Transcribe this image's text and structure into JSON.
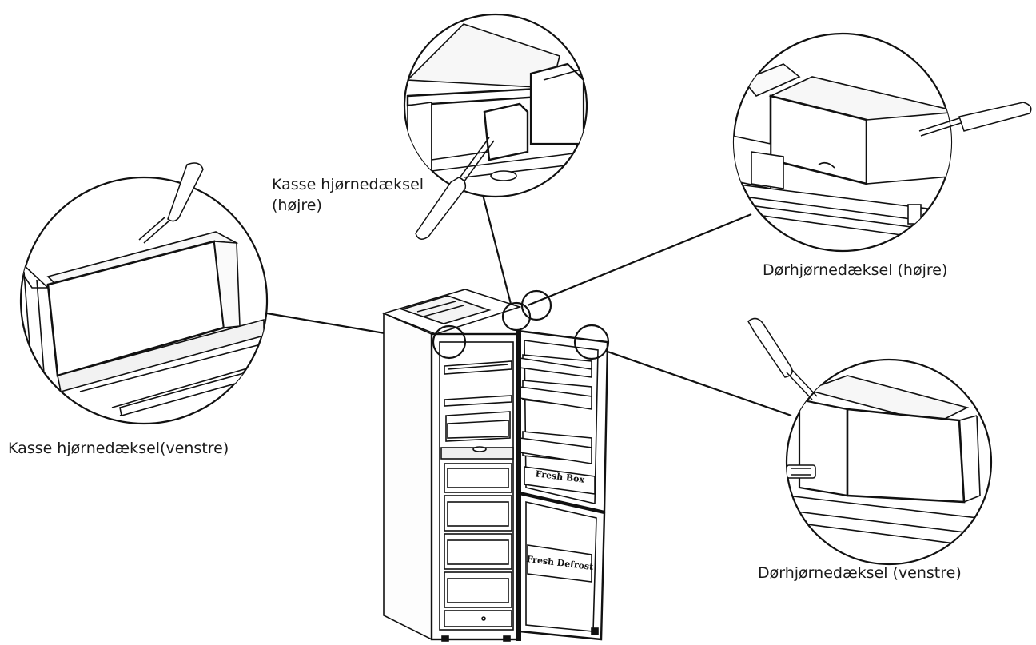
{
  "labels": {
    "kasse_hoejre_line1": "Kasse hjørnedæksel",
    "kasse_hoejre_line2": "(højre)",
    "kasse_venstre": "Kasse hjørnedæksel(venstre)",
    "door_hoejre": "Dørhjørnedæksel (højre)",
    "door_venstre": "Dørhjørnedæksel (venstre)"
  },
  "fridge": {
    "upper_shelf_text": "Fresh Box",
    "lower_shelf_text": "Fresh Defrost"
  },
  "colors": {
    "line": "#111111",
    "background": "#ffffff"
  }
}
